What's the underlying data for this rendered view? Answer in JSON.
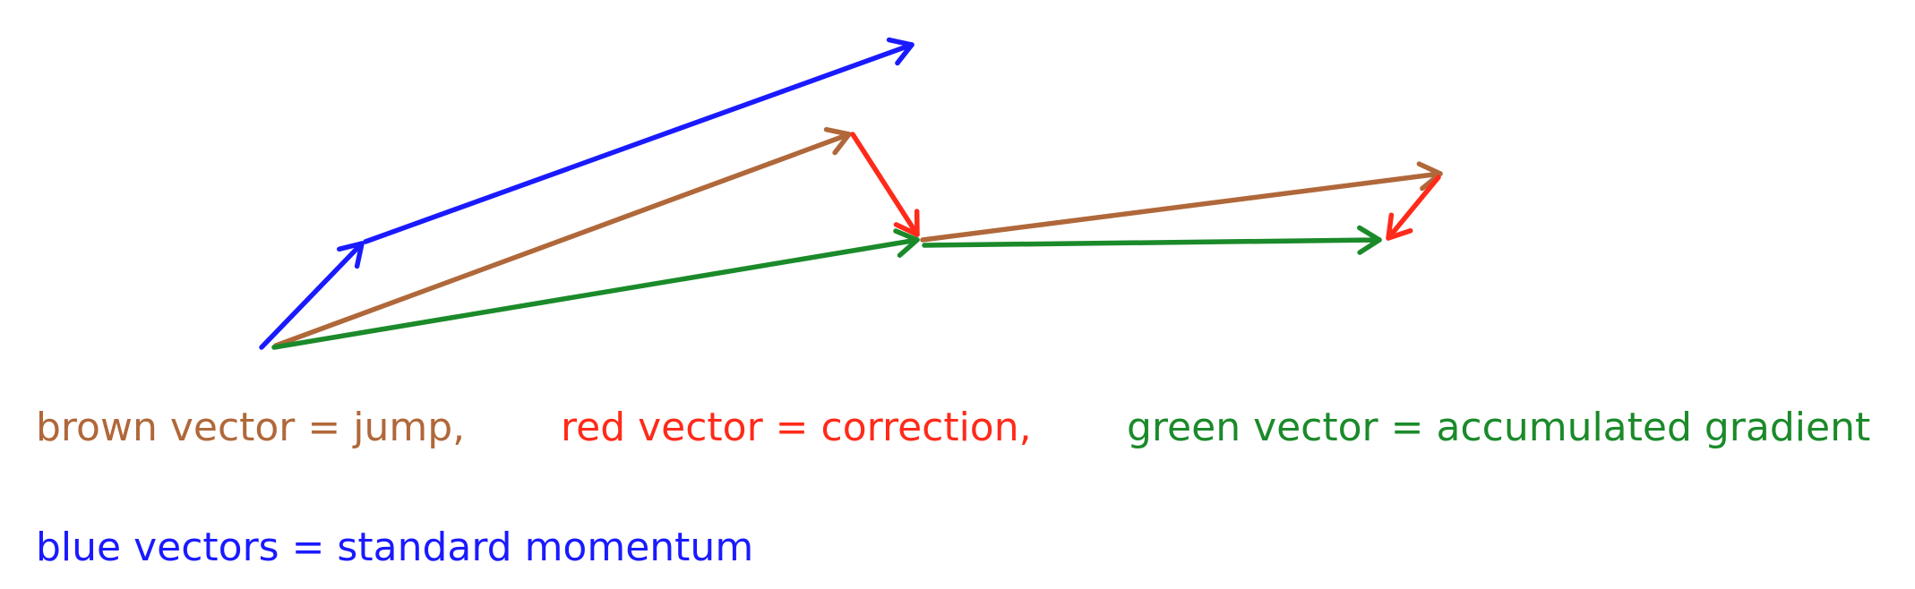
{
  "colors": {
    "blue": "#1a1aff",
    "brown": "#b0683a",
    "red": "#ff2a1a",
    "green": "#1b8a2a",
    "background": "#ffffff"
  },
  "vectors": [
    {
      "name": "blue-first-step-vector",
      "color_key": "blue"
    },
    {
      "name": "blue-long-momentum-vector",
      "color_key": "blue"
    },
    {
      "name": "brown-first-jump-vector",
      "color_key": "brown"
    },
    {
      "name": "red-first-correction-vector",
      "color_key": "red"
    },
    {
      "name": "green-first-accumulated-vector",
      "color_key": "green"
    },
    {
      "name": "brown-second-jump-vector",
      "color_key": "brown"
    },
    {
      "name": "red-second-correction-vector",
      "color_key": "red"
    },
    {
      "name": "green-second-accumulated-vector",
      "color_key": "green"
    }
  ],
  "legend": {
    "brown": "brown vector = jump,",
    "red": "red vector = correction,",
    "green": "green vector = accumulated gradient",
    "blue": "blue vectors = standard momentum"
  }
}
